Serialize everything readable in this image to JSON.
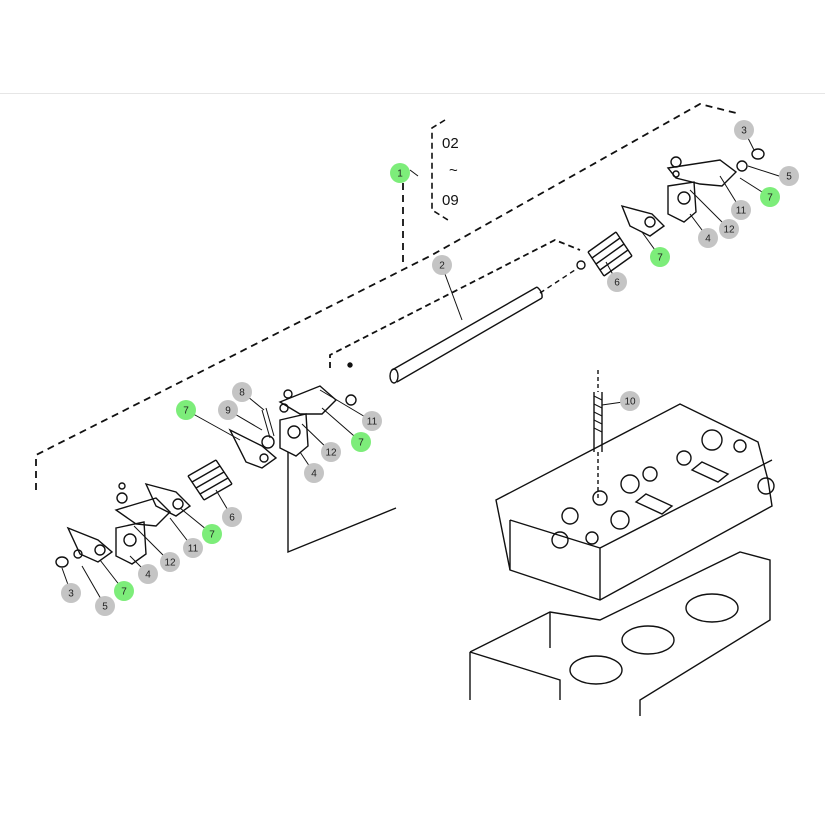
{
  "range": {
    "from": "02",
    "separator": "~",
    "to": "09"
  },
  "colors": {
    "highlight": "#7ded7a",
    "neutral": "#c4c4c4",
    "line": "#111111"
  },
  "callouts": {
    "c1": "1",
    "c2": "2",
    "c3a": "3",
    "c3b": "3",
    "c4a": "4",
    "c4b": "4",
    "c4c": "4",
    "c5a": "5",
    "c5b": "5",
    "c6a": "6",
    "c6b": "6",
    "c7a": "7",
    "c7b": "7",
    "c7c": "7",
    "c7d": "7",
    "c7e": "7",
    "c7f": "7",
    "c8": "8",
    "c9": "9",
    "c10": "10",
    "c11a": "11",
    "c11b": "11",
    "c11c": "11",
    "c12a": "12",
    "c12b": "12",
    "c12c": "12"
  }
}
